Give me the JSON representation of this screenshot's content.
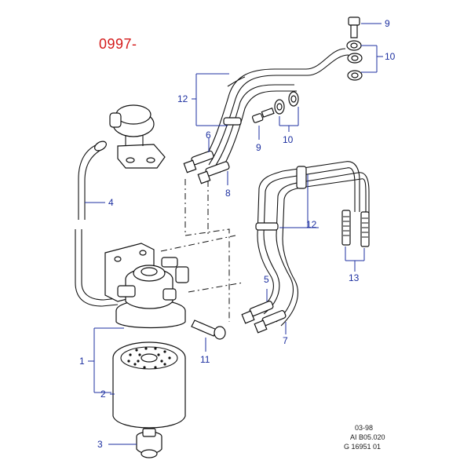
{
  "title": "0997-",
  "callouts": {
    "c1": "1",
    "c2": "2",
    "c3": "3",
    "c4": "4",
    "c5": "5",
    "c6": "6",
    "c7": "7",
    "c8": "8",
    "c9a": "9",
    "c9b": "9",
    "c10a": "10",
    "c10b": "10",
    "c11": "11",
    "c12a": "12",
    "c12b": "12",
    "c13": "13"
  },
  "footer": {
    "line1": "03-98",
    "line2": "AI B05.020",
    "line3": "G 16951 01"
  },
  "colors": {
    "title": "#d41a1a",
    "callout": "#1c2fa0",
    "line_art": "#111111"
  }
}
